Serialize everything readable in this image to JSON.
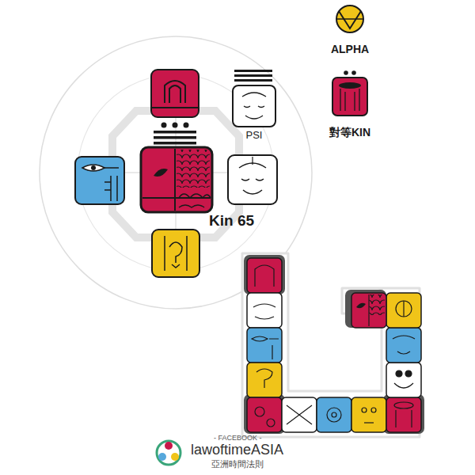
{
  "diagram": {
    "nodes": [
      {
        "text": [
          "PSI"
        ]
      },
      {
        "text": [
          "Kin 65"
        ]
      },
      {
        "text": [
          "ALPHA"
        ]
      },
      {
        "text": [
          "對等KIN"
        ]
      }
    ],
    "labels": [
      "- FACEBOOK -",
      "lawoftimeASIA",
      "亞洲時間法則"
    ]
  }
}
